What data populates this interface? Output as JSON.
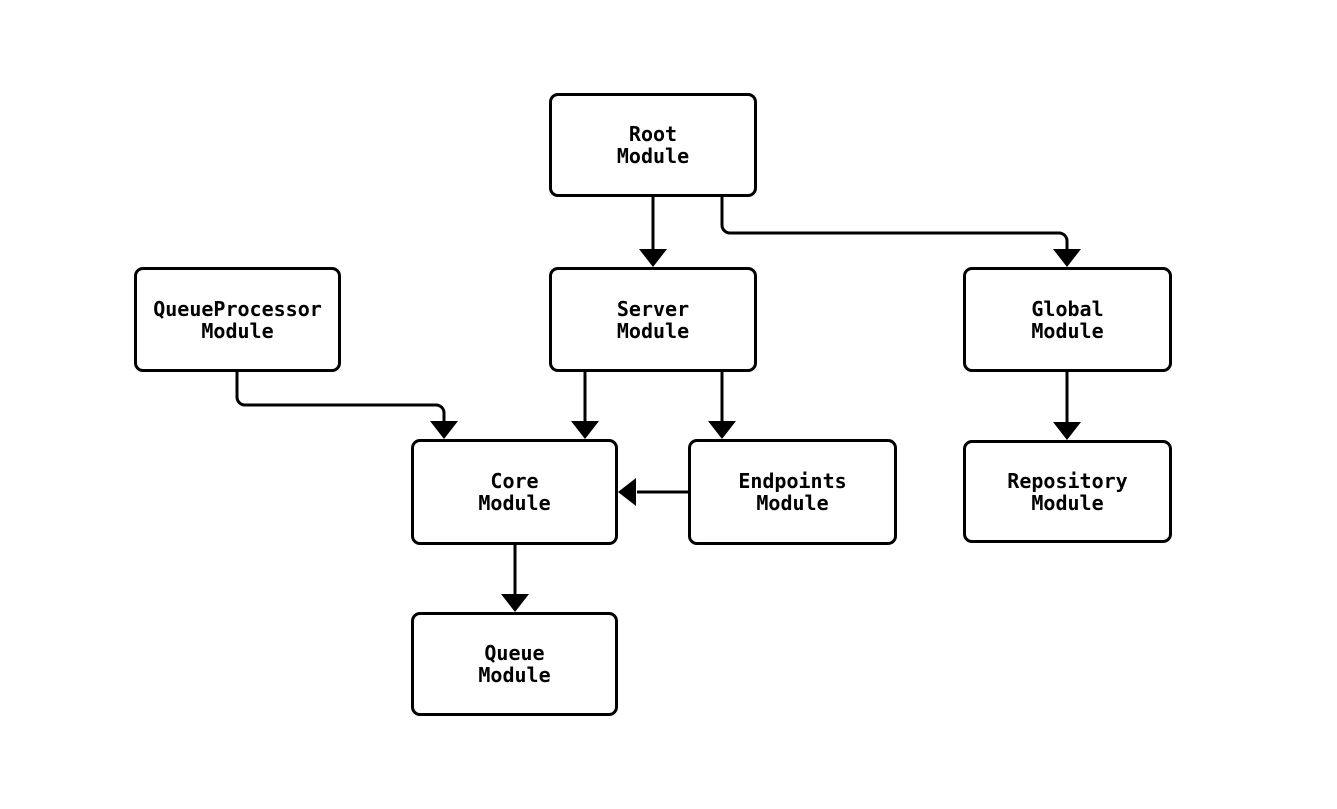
{
  "diagram": {
    "type": "flowchart",
    "background_color": "#ffffff",
    "node_fill_color": "#ffffff",
    "stroke_color": "#000000",
    "nodes": {
      "root": {
        "line1": "Root",
        "line2": "Module"
      },
      "queueprocessor": {
        "line1": "QueueProcessor",
        "line2": "Module"
      },
      "server": {
        "line1": "Server",
        "line2": "Module"
      },
      "global": {
        "line1": "Global",
        "line2": "Module"
      },
      "core": {
        "line1": "Core",
        "line2": "Module"
      },
      "endpoints": {
        "line1": "Endpoints",
        "line2": "Module"
      },
      "repository": {
        "line1": "Repository",
        "line2": "Module"
      },
      "queue": {
        "line1": "Queue",
        "line2": "Module"
      }
    },
    "edges": [
      {
        "from": "Root Module",
        "to": "Server Module"
      },
      {
        "from": "Root Module",
        "to": "Global Module"
      },
      {
        "from": "QueueProcessor Module",
        "to": "Core Module"
      },
      {
        "from": "Server Module",
        "to": "Core Module"
      },
      {
        "from": "Server Module",
        "to": "Endpoints Module"
      },
      {
        "from": "Endpoints Module",
        "to": "Core Module"
      },
      {
        "from": "Global Module",
        "to": "Repository Module"
      },
      {
        "from": "Core Module",
        "to": "Queue Module"
      }
    ]
  }
}
